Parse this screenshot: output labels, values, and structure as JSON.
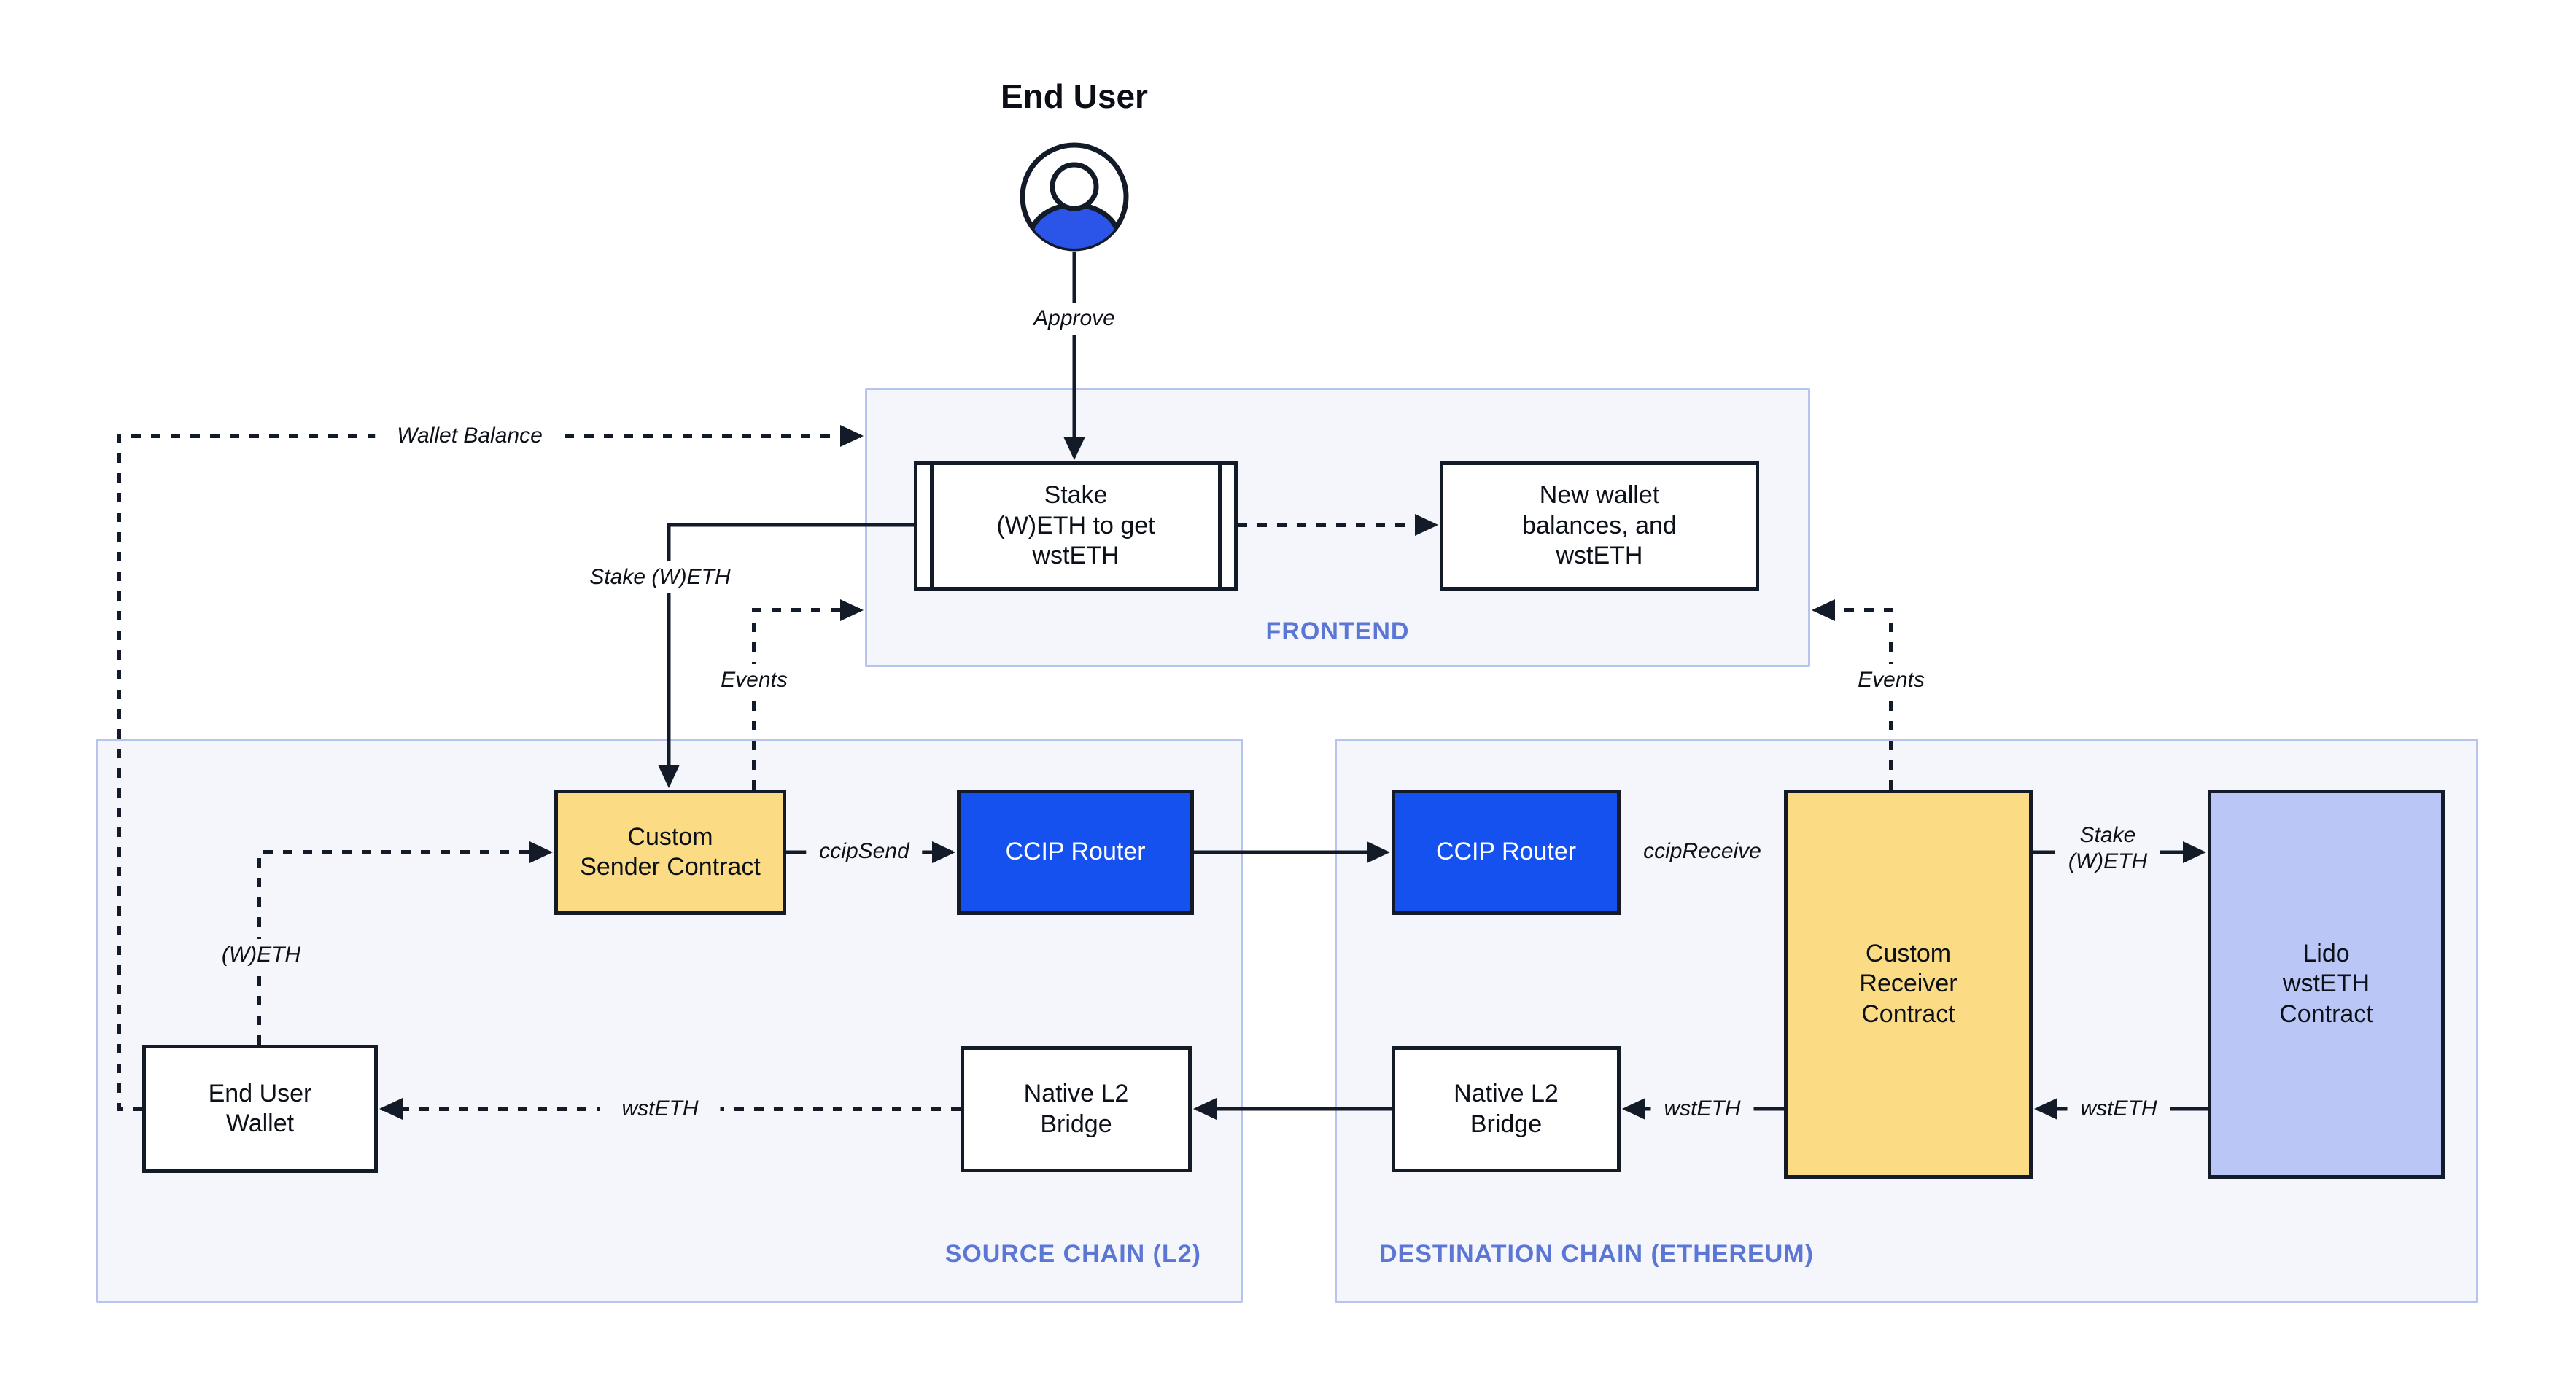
{
  "end_user": {
    "title": "End User"
  },
  "frontend": {
    "label": "FRONTEND",
    "stake_box": "Stake\n(W)ETH to get\nwstETH",
    "new_wallet_box": "New wallet\nbalances, and\nwstETH"
  },
  "source_chain": {
    "label": "SOURCE CHAIN (L2)",
    "custom_sender_contract": "Custom\nSender Contract",
    "ccip_router": "CCIP Router",
    "end_user_wallet": "End User\nWallet",
    "native_l2_bridge": "Native L2\nBridge"
  },
  "destination_chain": {
    "label": "DESTINATION CHAIN (ETHEREUM)",
    "ccip_router": "CCIP Router",
    "custom_receiver_contract": "Custom\nReceiver\nContract",
    "lido_wsteth_contract": "Lido\nwstETH\nContract",
    "native_l2_bridge": "Native L2\nBridge"
  },
  "flow_labels": {
    "approve": "Approve",
    "wallet_balance": "Wallet Balance",
    "stake_weth": "Stake (W)ETH",
    "events": "Events",
    "ccip_send": "ccipSend",
    "ccip_receive": "ccipReceive",
    "weth": "(W)ETH",
    "wsteth": "wstETH",
    "stake_weth_two_line": "Stake\n(W)ETH"
  },
  "colors": {
    "accent_blue": "#1451ef",
    "node_yellow": "#fbdb83",
    "node_lavender": "#bac7f6",
    "container_fill": "#f4f6fb",
    "container_border": "#b8c4f0",
    "container_label": "#5b76d4",
    "line": "#131a28",
    "user_icon_blue": "#2b55e8"
  }
}
